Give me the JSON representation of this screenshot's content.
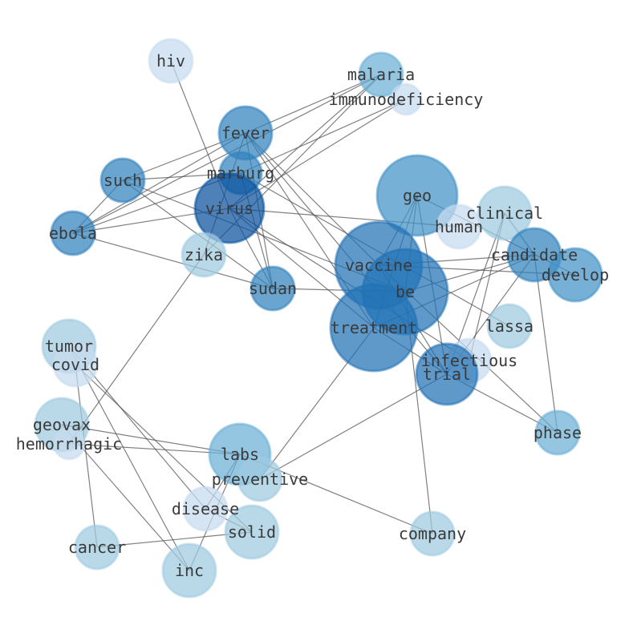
{
  "nodes": [
    {
      "id": "hiv",
      "label": "hiv",
      "color": "#c6dbef"
    },
    {
      "id": "malaria",
      "label": "malaria",
      "color": "#6baed6"
    },
    {
      "id": "immunodeficiency",
      "label": "immunodeficiency",
      "color": "#c6dbef"
    },
    {
      "id": "fever",
      "label": "fever",
      "color": "#3182bd"
    },
    {
      "id": "such",
      "label": "such",
      "color": "#3182bd"
    },
    {
      "id": "marburg",
      "label": "marburg",
      "color": "#3182bd"
    },
    {
      "id": "virus",
      "label": "virus",
      "color": "#08519c"
    },
    {
      "id": "ebola",
      "label": "ebola",
      "color": "#3182bd"
    },
    {
      "id": "zika",
      "label": "zika",
      "color": "#9ecae1"
    },
    {
      "id": "sudan",
      "label": "sudan",
      "color": "#3182bd"
    },
    {
      "id": "geo",
      "label": "geo",
      "color": "#4292c6"
    },
    {
      "id": "clinical",
      "label": "clinical",
      "color": "#9ecae1"
    },
    {
      "id": "human",
      "label": "human",
      "color": "#c6dbef"
    },
    {
      "id": "vaccine",
      "label": "vaccine",
      "color": "#2171b5"
    },
    {
      "id": "be",
      "label": "be",
      "color": "#2171b5"
    },
    {
      "id": "candidate",
      "label": "candidate",
      "color": "#3182bd"
    },
    {
      "id": "develop",
      "label": "develop",
      "color": "#4292c6"
    },
    {
      "id": "treatment",
      "label": "treatment",
      "color": "#2171b5"
    },
    {
      "id": "lassa",
      "label": "lassa",
      "color": "#9ecae1"
    },
    {
      "id": "infectious",
      "label": "infectious",
      "color": "#c6dbef"
    },
    {
      "id": "trial",
      "label": "trial",
      "color": "#2171b5"
    },
    {
      "id": "tumor",
      "label": "tumor",
      "color": "#9ecae1"
    },
    {
      "id": "covid",
      "label": "covid",
      "color": "#c6dbef"
    },
    {
      "id": "geovax",
      "label": "geovax",
      "color": "#9ecae1"
    },
    {
      "id": "hemorrhagic",
      "label": "hemorrhagic",
      "color": "#c6dbef"
    },
    {
      "id": "labs",
      "label": "labs",
      "color": "#6baed6"
    },
    {
      "id": "preventive",
      "label": "preventive",
      "color": "#9ecae1"
    },
    {
      "id": "phase",
      "label": "phase",
      "color": "#6baed6"
    },
    {
      "id": "disease",
      "label": "disease",
      "color": "#c6dbef"
    },
    {
      "id": "solid",
      "label": "solid",
      "color": "#9ecae1"
    },
    {
      "id": "company",
      "label": "company",
      "color": "#9ecae1"
    },
    {
      "id": "cancer",
      "label": "cancer",
      "color": "#9ecae1"
    },
    {
      "id": "inc",
      "label": "inc",
      "color": "#9ecae1"
    }
  ],
  "edges": [
    [
      "hiv",
      "virus"
    ],
    [
      "malaria",
      "fever"
    ],
    [
      "malaria",
      "ebola"
    ],
    [
      "malaria",
      "zika"
    ],
    [
      "malaria",
      "virus"
    ],
    [
      "immunodeficiency",
      "virus"
    ],
    [
      "immunodeficiency",
      "marburg"
    ],
    [
      "fever",
      "such"
    ],
    [
      "fever",
      "ebola"
    ],
    [
      "fever",
      "sudan"
    ],
    [
      "fever",
      "treatment"
    ],
    [
      "fever",
      "vaccine"
    ],
    [
      "fever",
      "trial"
    ],
    [
      "fever",
      "zika"
    ],
    [
      "such",
      "marburg"
    ],
    [
      "such",
      "sudan"
    ],
    [
      "such",
      "be"
    ],
    [
      "such",
      "ebola"
    ],
    [
      "marburg",
      "ebola"
    ],
    [
      "marburg",
      "sudan"
    ],
    [
      "marburg",
      "lassa"
    ],
    [
      "virus",
      "ebola"
    ],
    [
      "virus",
      "sudan"
    ],
    [
      "virus",
      "human"
    ],
    [
      "virus",
      "infectious"
    ],
    [
      "virus",
      "treatment"
    ],
    [
      "ebola",
      "sudan"
    ],
    [
      "sudan",
      "be"
    ],
    [
      "geo",
      "vaccine"
    ],
    [
      "geo",
      "be"
    ],
    [
      "geo",
      "treatment"
    ],
    [
      "geo",
      "trial"
    ],
    [
      "geo",
      "develop"
    ],
    [
      "clinical",
      "trial"
    ],
    [
      "clinical",
      "infectious"
    ],
    [
      "vaccine",
      "candidate"
    ],
    [
      "vaccine",
      "develop"
    ],
    [
      "vaccine",
      "trial"
    ],
    [
      "vaccine",
      "phase"
    ],
    [
      "be",
      "candidate"
    ],
    [
      "be",
      "company"
    ],
    [
      "treatment",
      "candidate"
    ],
    [
      "treatment",
      "trial"
    ],
    [
      "treatment",
      "preventive"
    ],
    [
      "candidate",
      "phase"
    ],
    [
      "candidate",
      "trial"
    ],
    [
      "candidate",
      "clinical"
    ],
    [
      "trial",
      "phase"
    ],
    [
      "trial",
      "preventive"
    ],
    [
      "tumor",
      "disease"
    ],
    [
      "tumor",
      "inc"
    ],
    [
      "covid",
      "solid"
    ],
    [
      "geovax",
      "labs"
    ],
    [
      "geovax",
      "inc"
    ],
    [
      "hemorrhagic",
      "zika"
    ],
    [
      "hemorrhagic",
      "labs"
    ],
    [
      "labs",
      "company"
    ],
    [
      "labs",
      "inc"
    ],
    [
      "disease",
      "solid"
    ],
    [
      "disease",
      "labs"
    ],
    [
      "cancer",
      "solid"
    ],
    [
      "cancer",
      "covid"
    ]
  ]
}
